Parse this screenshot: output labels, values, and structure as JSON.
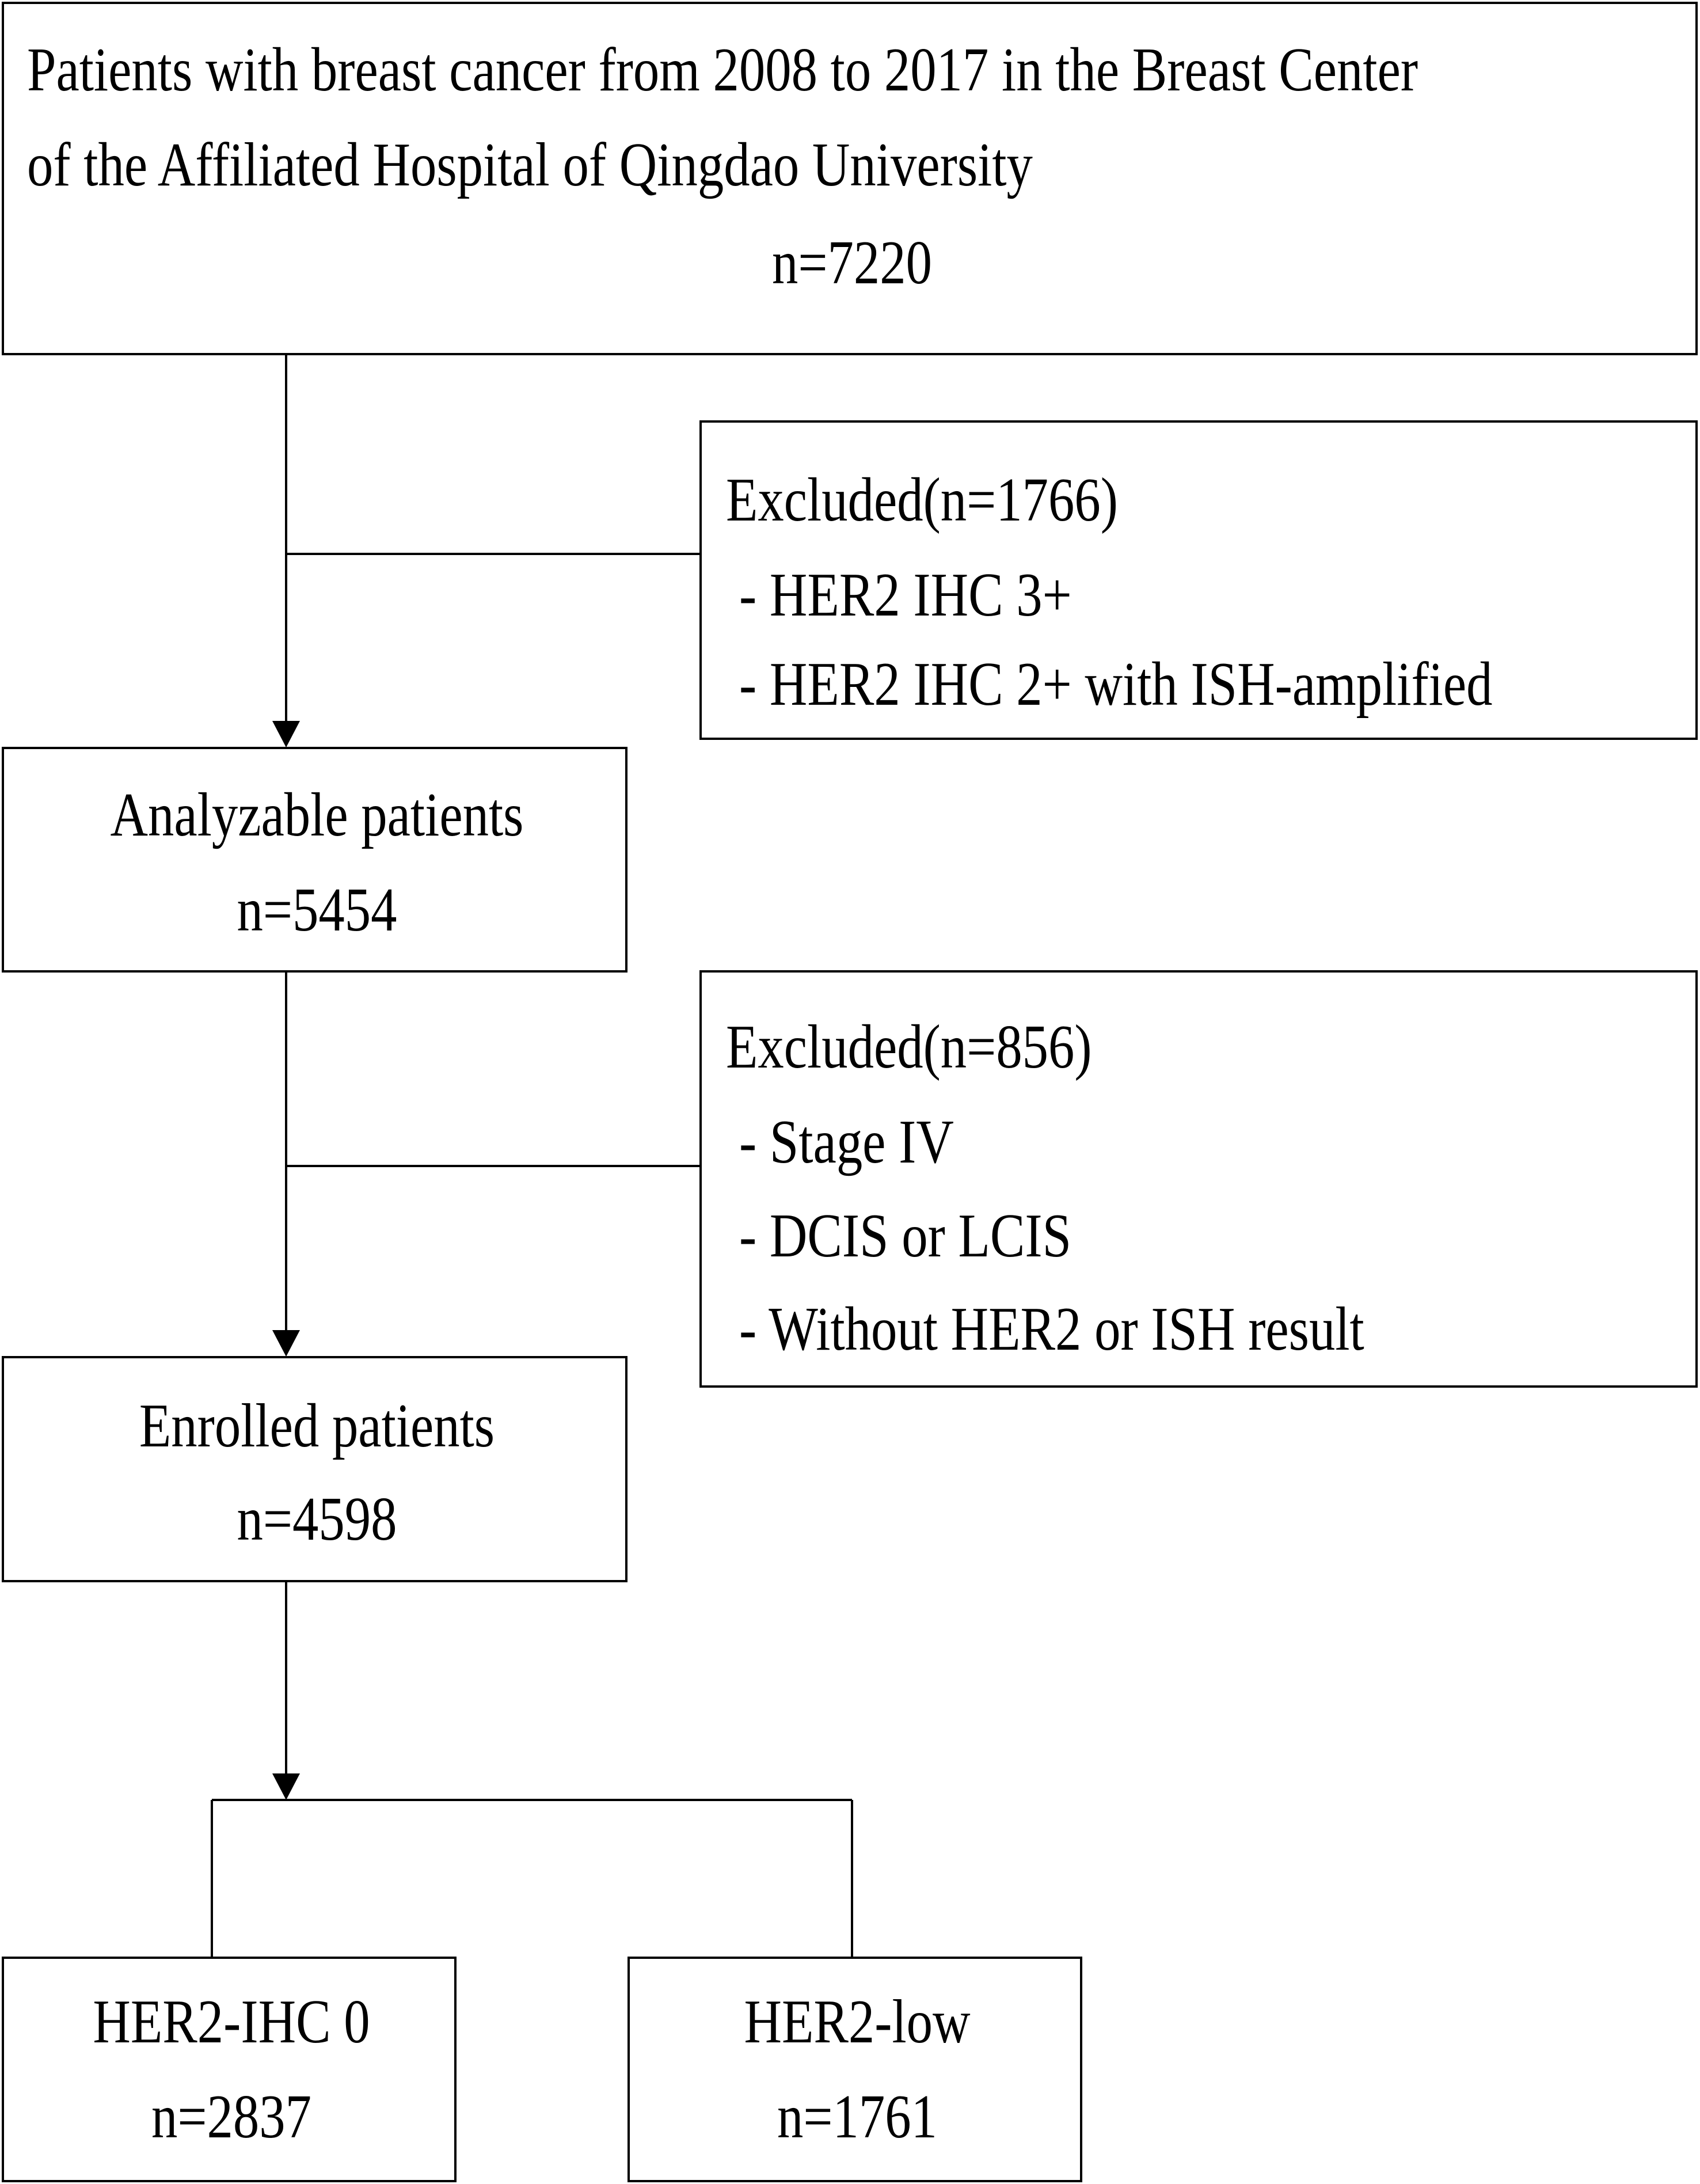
{
  "flowchart": {
    "source": {
      "line1": "Patients with breast cancer from 2008 to 2017 in the Breast Center",
      "line2": "of the Affiliated Hospital of Qingdao University",
      "count": "n=7220"
    },
    "exclusion1": {
      "title": "Excluded(n=1766)",
      "items": [
        "- HER2 IHC 3+",
        "- HER2 IHC 2+ with ISH-amplified"
      ]
    },
    "analyzable": {
      "label": "Analyzable patients",
      "count": "n=5454"
    },
    "exclusion2": {
      "title": "Excluded(n=856)",
      "items": [
        "- Stage IV",
        "- DCIS or LCIS",
        "- Without HER2 or ISH result"
      ]
    },
    "enrolled": {
      "label": "Enrolled patients",
      "count": "n=4598"
    },
    "groups": [
      {
        "label": "HER2-IHC 0",
        "count": "n=2837"
      },
      {
        "label": "HER2-low",
        "count": "n=1761"
      }
    ]
  }
}
